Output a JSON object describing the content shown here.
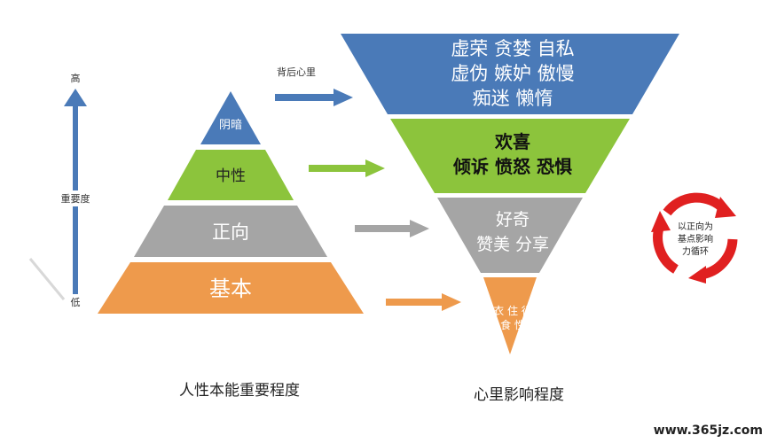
{
  "axis": {
    "high": "高",
    "low": "低",
    "label": "重要度"
  },
  "left_pyramid": {
    "caption": "人性本能重要程度",
    "levels": [
      "阴暗",
      "中性",
      "正向",
      "基本"
    ]
  },
  "hidden_label": "背后心里",
  "right_triangle": {
    "caption": "心里影响程度",
    "top": [
      "虚荣  贪婪  自私",
      "虚伪  嫉妒  傲慢",
      "痴迷  懒惰"
    ],
    "upper_mid": [
      "欢喜",
      "倾诉  愤怒  恐惧"
    ],
    "lower_mid": [
      "好奇",
      "赞美  分享"
    ],
    "bottom": [
      "衣 住 行",
      "食 性"
    ]
  },
  "cycle": {
    "lines": [
      "以正向为",
      "基点影响",
      "力循环"
    ]
  },
  "watermark": "www.365jz.com",
  "colors": {
    "blue": "#4a7ab8",
    "green": "#8cc43c",
    "gray": "#a5a5a5",
    "orange": "#ee9a4c",
    "red": "#e02020"
  }
}
